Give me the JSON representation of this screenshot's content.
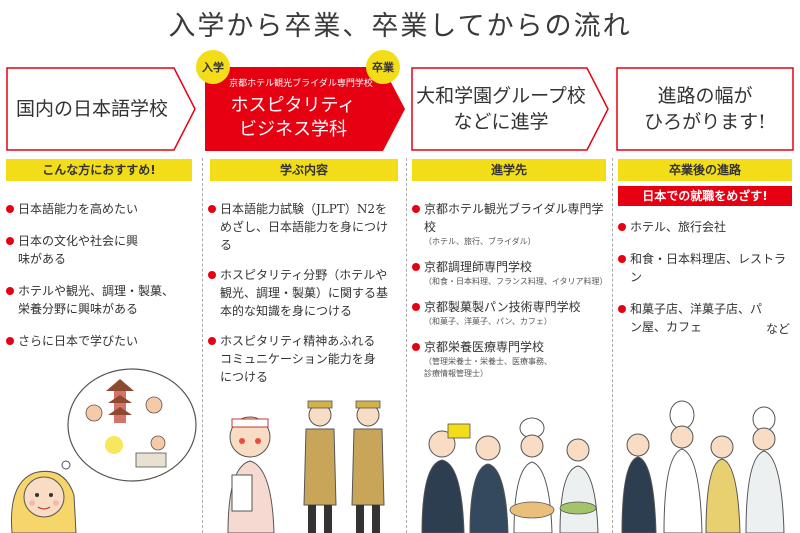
{
  "title": "入学から卒業、卒業してからの流れ",
  "steps": [
    {
      "label": "国内の日本語学校"
    },
    {
      "subtitle": "京都ホテル観光ブライダル専門学校",
      "label_line1": "ホスピタリティ",
      "label_line2": "ビジネス学科",
      "badge_left": "入学",
      "badge_right": "卒業"
    },
    {
      "label_line1": "大和学園グループ校",
      "label_line2": "などに進学"
    },
    {
      "label_line1": "進路の幅が",
      "label_line2": "ひろがります!"
    }
  ],
  "columns": [
    {
      "header": "こんな方におすすめ!",
      "items": [
        {
          "text": "日本語能力を高めたい"
        },
        {
          "text": "日本の文化や社会に興味がある"
        },
        {
          "text": "ホテルや観光、調理・製菓、栄養分野に興味がある"
        },
        {
          "text": "さらに日本で学びたい"
        }
      ]
    },
    {
      "header": "学ぶ内容",
      "items": [
        {
          "text": "日本語能力試験（JLPT）N2をめざし、日本語能力を身につける"
        },
        {
          "text": "ホスピタリティ分野（ホテルや観光、調理・製菓）に関する基本的な知識を身につける"
        },
        {
          "text": "ホスピタリティ精神あふれるコミュニケーション能力を身につける"
        }
      ]
    },
    {
      "header": "進学先",
      "items": [
        {
          "text": "京都ホテル観光ブライダル専門学校",
          "sub": "（ホテル、旅行、ブライダル）"
        },
        {
          "text": "京都調理師専門学校",
          "sub": "（和食・日本料理、フランス料理、イタリア料理）"
        },
        {
          "text": "京都製菓製パン技術専門学校",
          "sub": "（和菓子、洋菓子、パン、カフェ）"
        },
        {
          "text": "京都栄養医療専門学校",
          "sub": "（管理栄養士・栄養士、医療事務、診療情報管理士）"
        }
      ]
    },
    {
      "header": "卒業後の進路",
      "banner": "日本での就職をめざす!",
      "items": [
        {
          "text": "ホテル、旅行会社"
        },
        {
          "text": "和食・日本料理店、レストラン"
        },
        {
          "text": "和菓子店、洋菓子店、パン屋、カフェ"
        }
      ],
      "etc": "など"
    }
  ],
  "colors": {
    "accent_red": "#e60012",
    "accent_yellow": "#f2dd18"
  }
}
